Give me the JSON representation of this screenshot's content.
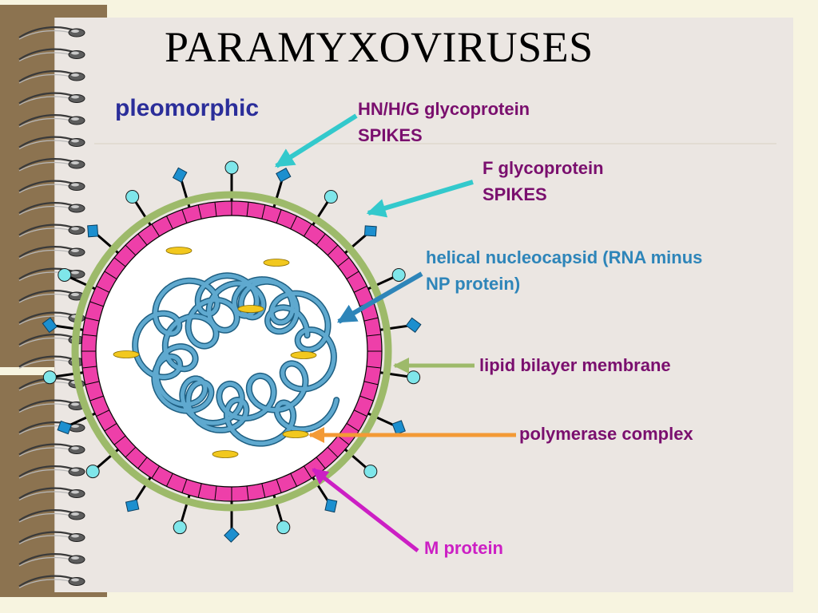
{
  "title": "PARAMYXOVIRUSES",
  "subtitle": "pleomorphic",
  "labels": {
    "glycoprotein_hn": {
      "line1": "HN/H/G glycoprotein",
      "line2": "SPIKES"
    },
    "glycoprotein_f": {
      "line1": "F glycoprotein",
      "line2": "SPIKES"
    },
    "nucleocapsid": {
      "line1": "helical nucleocapsid (RNA minus",
      "line2": "NP protein)"
    },
    "lipid_membrane": "lipid bilayer membrane",
    "polymerase": "polymerase complex",
    "m_protein": "M protein"
  },
  "colors": {
    "title": "#000000",
    "subtitle": "#2b2e9a",
    "label": "#7a0f6e",
    "nucleocapsid_label": "#2e85b9",
    "m_protein_label": "#cc1fc4",
    "membrane_lipid": "#9dba6a",
    "m_protein_layer": "#ee3fa9",
    "nucleocapsid": "#3f8db5",
    "polymerase": "#f2c81e",
    "arrow_hn_f": "#33c9cc",
    "arrow_helix": "#2e85b9",
    "arrow_lipid": "#9dba6a",
    "arrow_polymerase": "#f39a35",
    "arrow_m": "#cc1fc4",
    "spike_hn_head": "#7fe6ea",
    "spike_f_head": "#1c8fcf"
  }
}
